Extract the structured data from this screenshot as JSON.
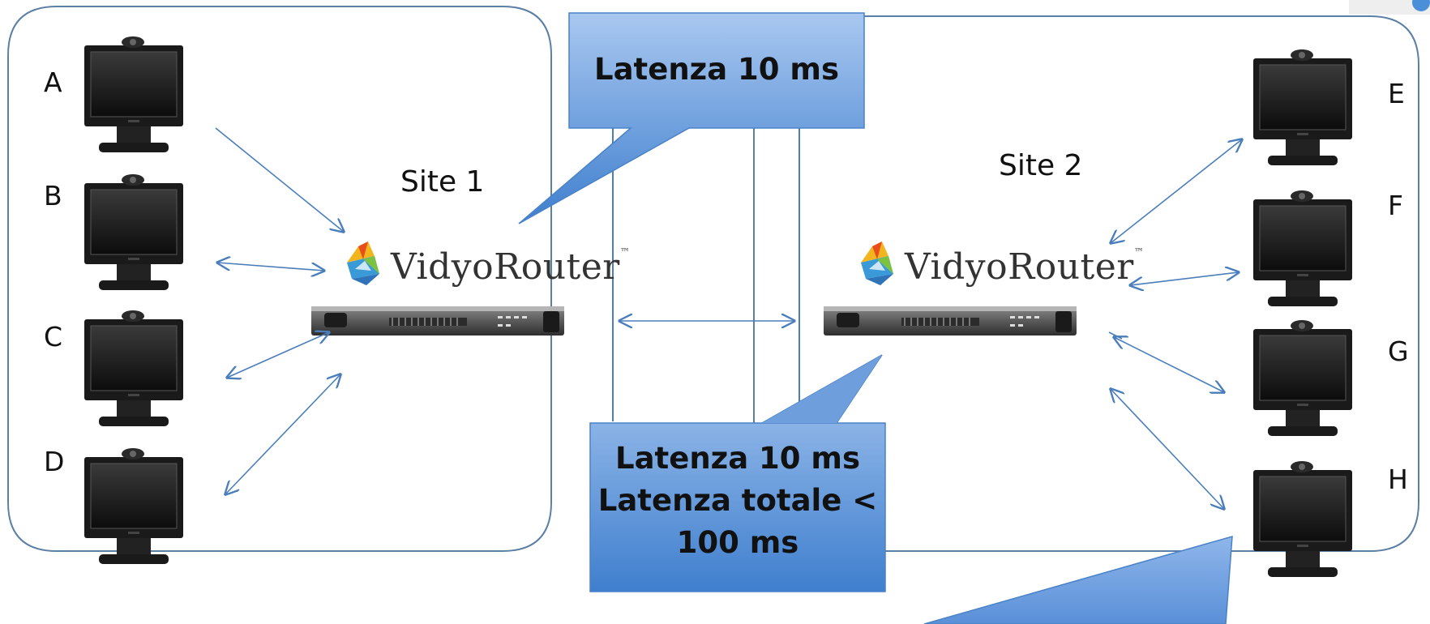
{
  "callout_top": {
    "line1": "Latenza 10 ms"
  },
  "callout_bottom": {
    "line1": "Latenza 10 ms",
    "line2": "Latenza totale <",
    "line3": "100 ms"
  },
  "site1": {
    "label": "Site 1"
  },
  "site2": {
    "label": "Site 2"
  },
  "router1": {
    "brand": "VidyoRouter",
    "trademark": "™"
  },
  "router2": {
    "brand": "VidyoRouter",
    "trademark": "™"
  },
  "endpoints_left": [
    "A",
    "B",
    "C",
    "D"
  ],
  "endpoints_right": [
    "E",
    "F",
    "G",
    "H"
  ],
  "colors": {
    "callout_fill_light": "#a9c8f0",
    "callout_fill_dark": "#3f7fce",
    "callout_border": "#4a82c8",
    "connector": "#4a7ebb",
    "site_border": "#5b7fa5"
  }
}
